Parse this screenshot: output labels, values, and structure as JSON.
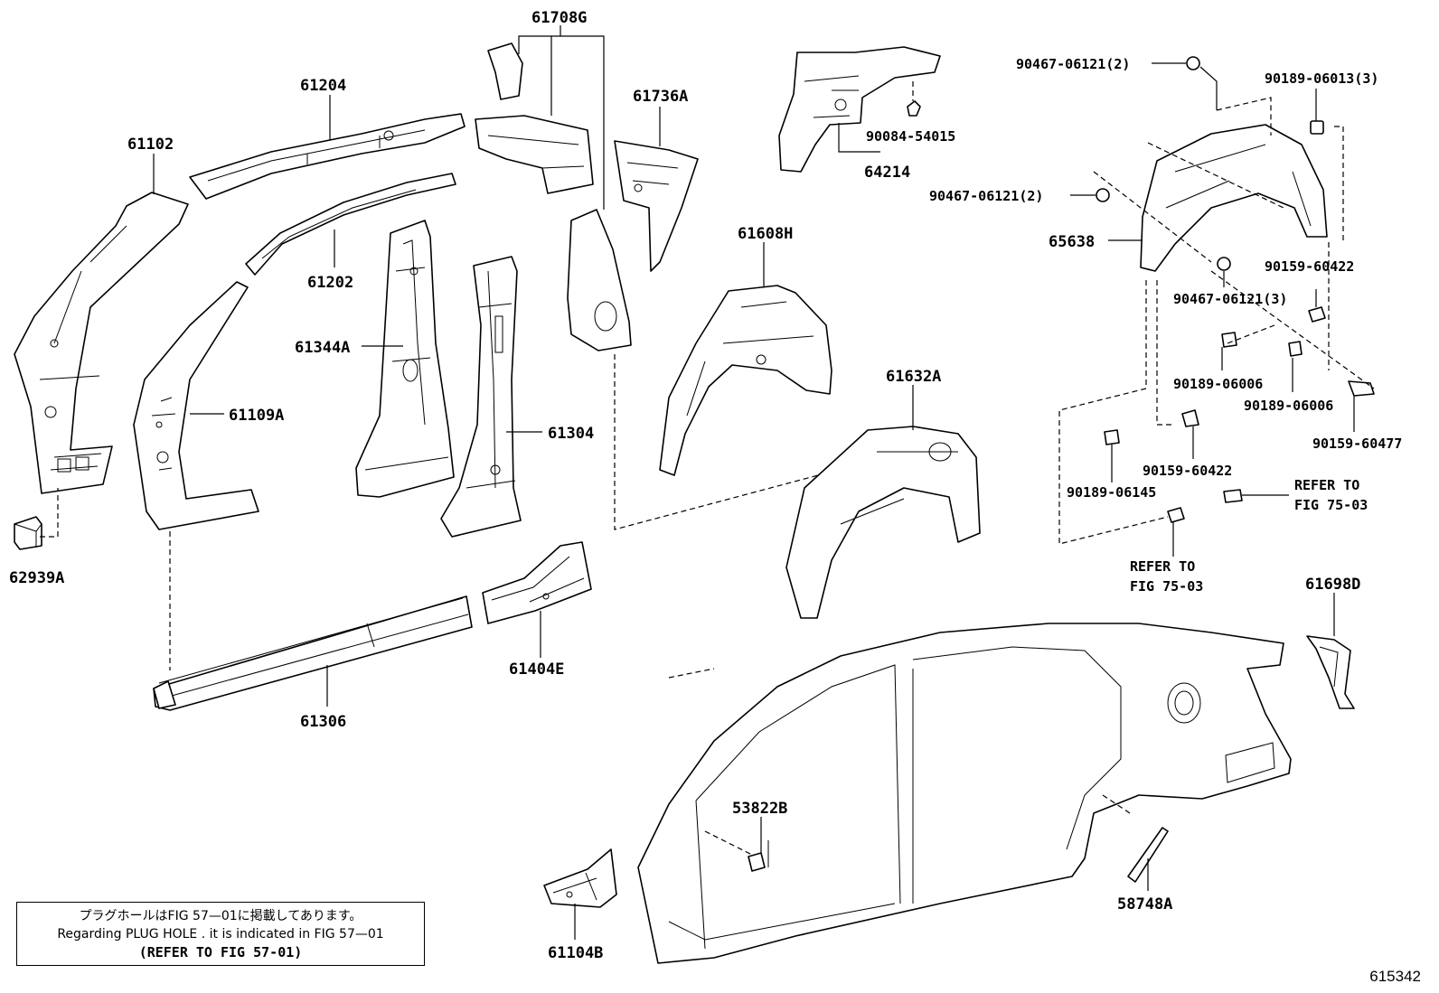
{
  "diagram": {
    "figure_number": "615342",
    "part_labels": {
      "p61102": "61102",
      "p61204": "61204",
      "p61708G": "61708G",
      "p61736A": "61736A",
      "p64214": "64214",
      "p90084_54015": "90084-54015",
      "p90467_06121_a": "90467-06121(2)",
      "p90467_06121_b": "90467-06121(2)",
      "p90467_06121_c": "90467-06121(3)",
      "p90189_06013": "90189-06013(3)",
      "p65638": "65638",
      "p90159_60422_a": "90159-60422",
      "p90159_60422_b": "90159-60422",
      "p90189_06006_a": "90189-06006",
      "p90189_06006_b": "90189-06006",
      "p90159_60477": "90159-60477",
      "p90189_06145": "90189-06145",
      "p61202": "61202",
      "p61344A": "61344A",
      "p61109A": "61109A",
      "p61304": "61304",
      "p61608H": "61608H",
      "p61632A": "61632A",
      "p62939A": "62939A",
      "p61404E": "61404E",
      "p61306": "61306",
      "p61698D": "61698D",
      "p53822B": "53822B",
      "p58748A": "58748A",
      "p61104B": "61104B"
    },
    "refer_a_line1": "REFER TO",
    "refer_a_line2": "FIG 75-03",
    "refer_b_line1": "REFER TO",
    "refer_b_line2": "FIG 75-03"
  },
  "note": {
    "japanese": "プラグホールはFIG 57—01に掲載してあります。",
    "english": "Regarding PLUG HOLE . it is indicated in FIG 57—01",
    "reference": "(REFER TO FIG 57-01)"
  }
}
